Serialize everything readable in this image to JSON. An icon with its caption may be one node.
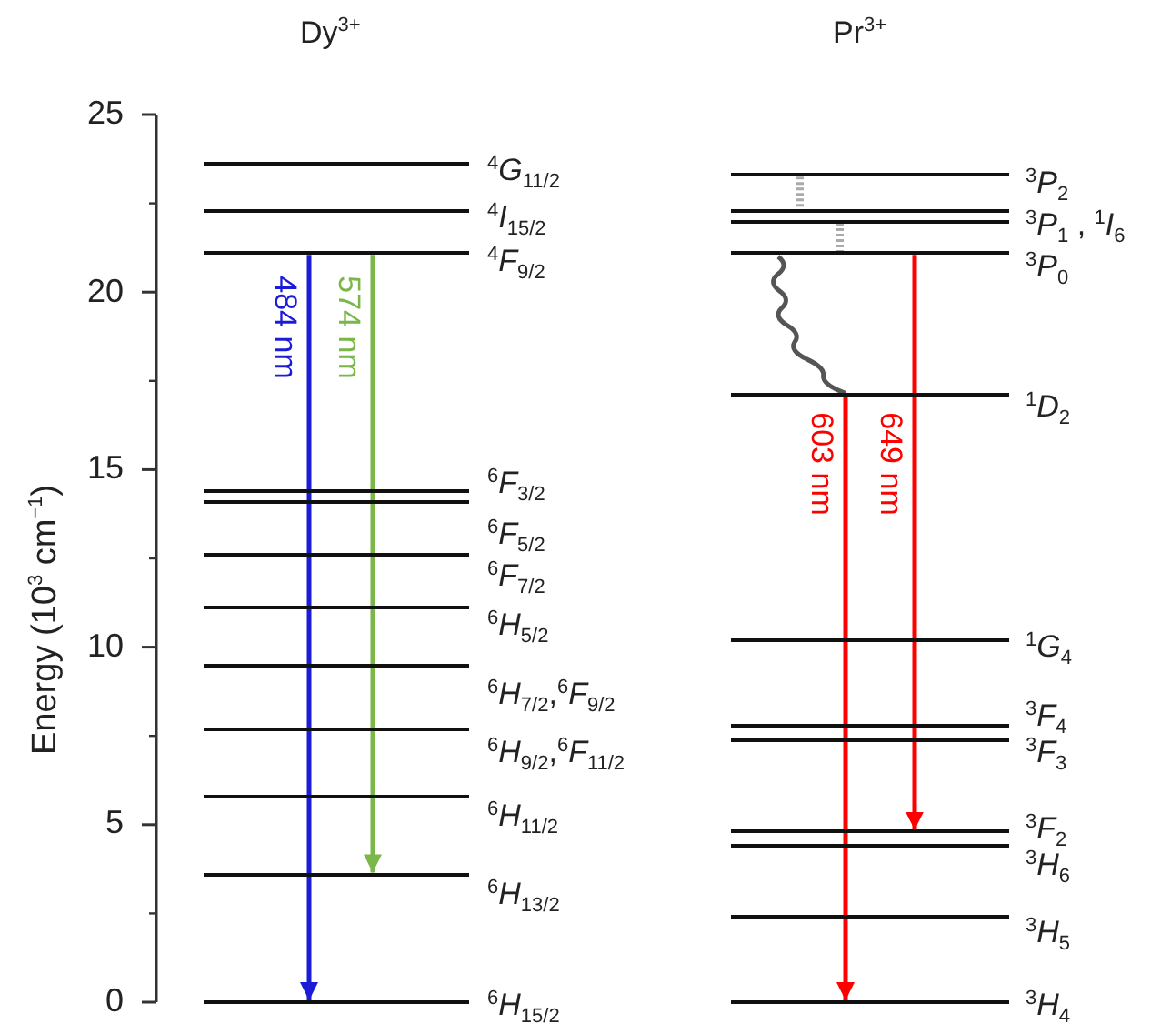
{
  "diagram": {
    "nodes": [
      {
        "text": [
          "$^{4}$*G*$_{11/2}$"
        ]
      },
      {
        "text": [
          "$^{4}$*I*$_{15/2}$"
        ]
      },
      {
        "text": [
          "$^{4}$*F*$_{9/2}$"
        ]
      },
      {
        "text": [
          "$^{6}$*F*$_{3/2}$"
        ]
      },
      {
        "text": [
          "$^{6}$*F*$_{5/2}$"
        ]
      },
      {
        "text": [
          "$^{6}$*F*$_{7/2}$"
        ]
      },
      {
        "text": [
          "$^{6}$*H*$_{5/2}$"
        ]
      },
      {
        "text": [
          "$^{6}$*H*$_{7/2}$,$^{6}$*F*$_{9/2}$"
        ]
      },
      {
        "text": [
          "$^{6}$*H*$_{9/2}$,$^{6}$*F*$_{11/2}$"
        ]
      },
      {
        "text": [
          "$^{6}$*H*$_{11/2}$"
        ]
      },
      {
        "text": [
          "$^{6}$*H*$_{13/2}$"
        ]
      },
      {
        "text": [
          "$^{6}$*H*$_{15/2}$"
        ]
      },
      {
        "text": [
          "$^{3}$*P*$_{2}$"
        ]
      },
      {
        "text": [
          "$^{3}$*P*$_{1}$ , $^{1}$*I*$_{6}$"
        ]
      },
      {
        "text": [
          "$^{3}$*P*$_{0}$"
        ]
      },
      {
        "text": [
          "$^{1}$*D*$_{2}$"
        ]
      },
      {
        "text": [
          "$^{1}$*G*$_{4}$"
        ]
      },
      {
        "text": [
          "$^{3}$*F*$_{4}$"
        ]
      },
      {
        "text": [
          "$^{3}$*F*$_{3}$"
        ]
      },
      {
        "text": [
          "$^{3}$*F*$_{2}$"
        ]
      },
      {
        "text": [
          "$^{3}$*H*$_{6}$"
        ]
      },
      {
        "text": [
          "$^{3}$*H*$_{5}$"
        ]
      },
      {
        "text": [
          "$^{3}$*H*$_{4}$"
        ]
      }
    ],
    "edges": [
      {
        "from": 2,
        "to": 11,
        "arrow": "to",
        "label": "484 nm",
        "color": "#1c1cd6"
      },
      {
        "from": 2,
        "to": 10,
        "arrow": "to",
        "label": "574 nm",
        "color": "#7ab648"
      },
      {
        "from": 15,
        "to": 22,
        "arrow": "to",
        "label": "603 nm",
        "color": "#ff0000"
      },
      {
        "from": 14,
        "to": 19,
        "arrow": "to",
        "label": "649 nm",
        "color": "#ff0000"
      },
      {
        "from": 14,
        "to": 15,
        "arrow": "none",
        "color": "#555555"
      },
      {
        "from": 12,
        "to": 13,
        "arrow": "none",
        "style": "dashed",
        "color": "#aaaaaa"
      },
      {
        "from": 13,
        "to": 14,
        "arrow": "none",
        "style": "dashed",
        "color": "#aaaaaa"
      }
    ],
    "labels": [
      "Dy$^{3+}$",
      "Pr$^{3+}$",
      "Energy (10$^{3}$ cm$^{−1}$)",
      "25",
      "20",
      "15",
      "10",
      "5",
      "0"
    ]
  }
}
